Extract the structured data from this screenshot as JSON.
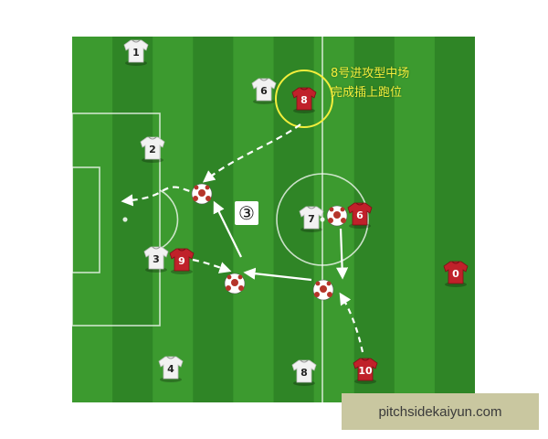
{
  "annotation": {
    "line1": "8号进攻型中场",
    "line2": "完成插上跑位",
    "color": "#f3ee3c"
  },
  "step_marker": "③",
  "watermark": "pitchsidekaiyun.com",
  "colors": {
    "pitch_light": "#3c9a2f",
    "pitch_dark": "#2f8526",
    "white_team": "#f2f2f2",
    "red_team": "#c0212a",
    "lines": "#ffffff"
  },
  "players": [
    {
      "id": "w1",
      "team": "white",
      "label": "1"
    },
    {
      "id": "w6",
      "team": "white",
      "label": "6"
    },
    {
      "id": "w2",
      "team": "white",
      "label": "2"
    },
    {
      "id": "w7",
      "team": "white",
      "label": "7"
    },
    {
      "id": "w3",
      "team": "white",
      "label": "3"
    },
    {
      "id": "w4",
      "team": "white",
      "label": "4"
    },
    {
      "id": "w8",
      "team": "white",
      "label": "8"
    },
    {
      "id": "r8",
      "team": "red",
      "label": "8"
    },
    {
      "id": "r6",
      "team": "red",
      "label": "6"
    },
    {
      "id": "r9",
      "team": "red",
      "label": "9"
    },
    {
      "id": "r0",
      "team": "red",
      "label": "0"
    },
    {
      "id": "r10",
      "team": "red",
      "label": "10"
    }
  ],
  "balls": [
    "ball-1",
    "ball-2",
    "ball-3",
    "ball-4",
    "ball-5"
  ]
}
